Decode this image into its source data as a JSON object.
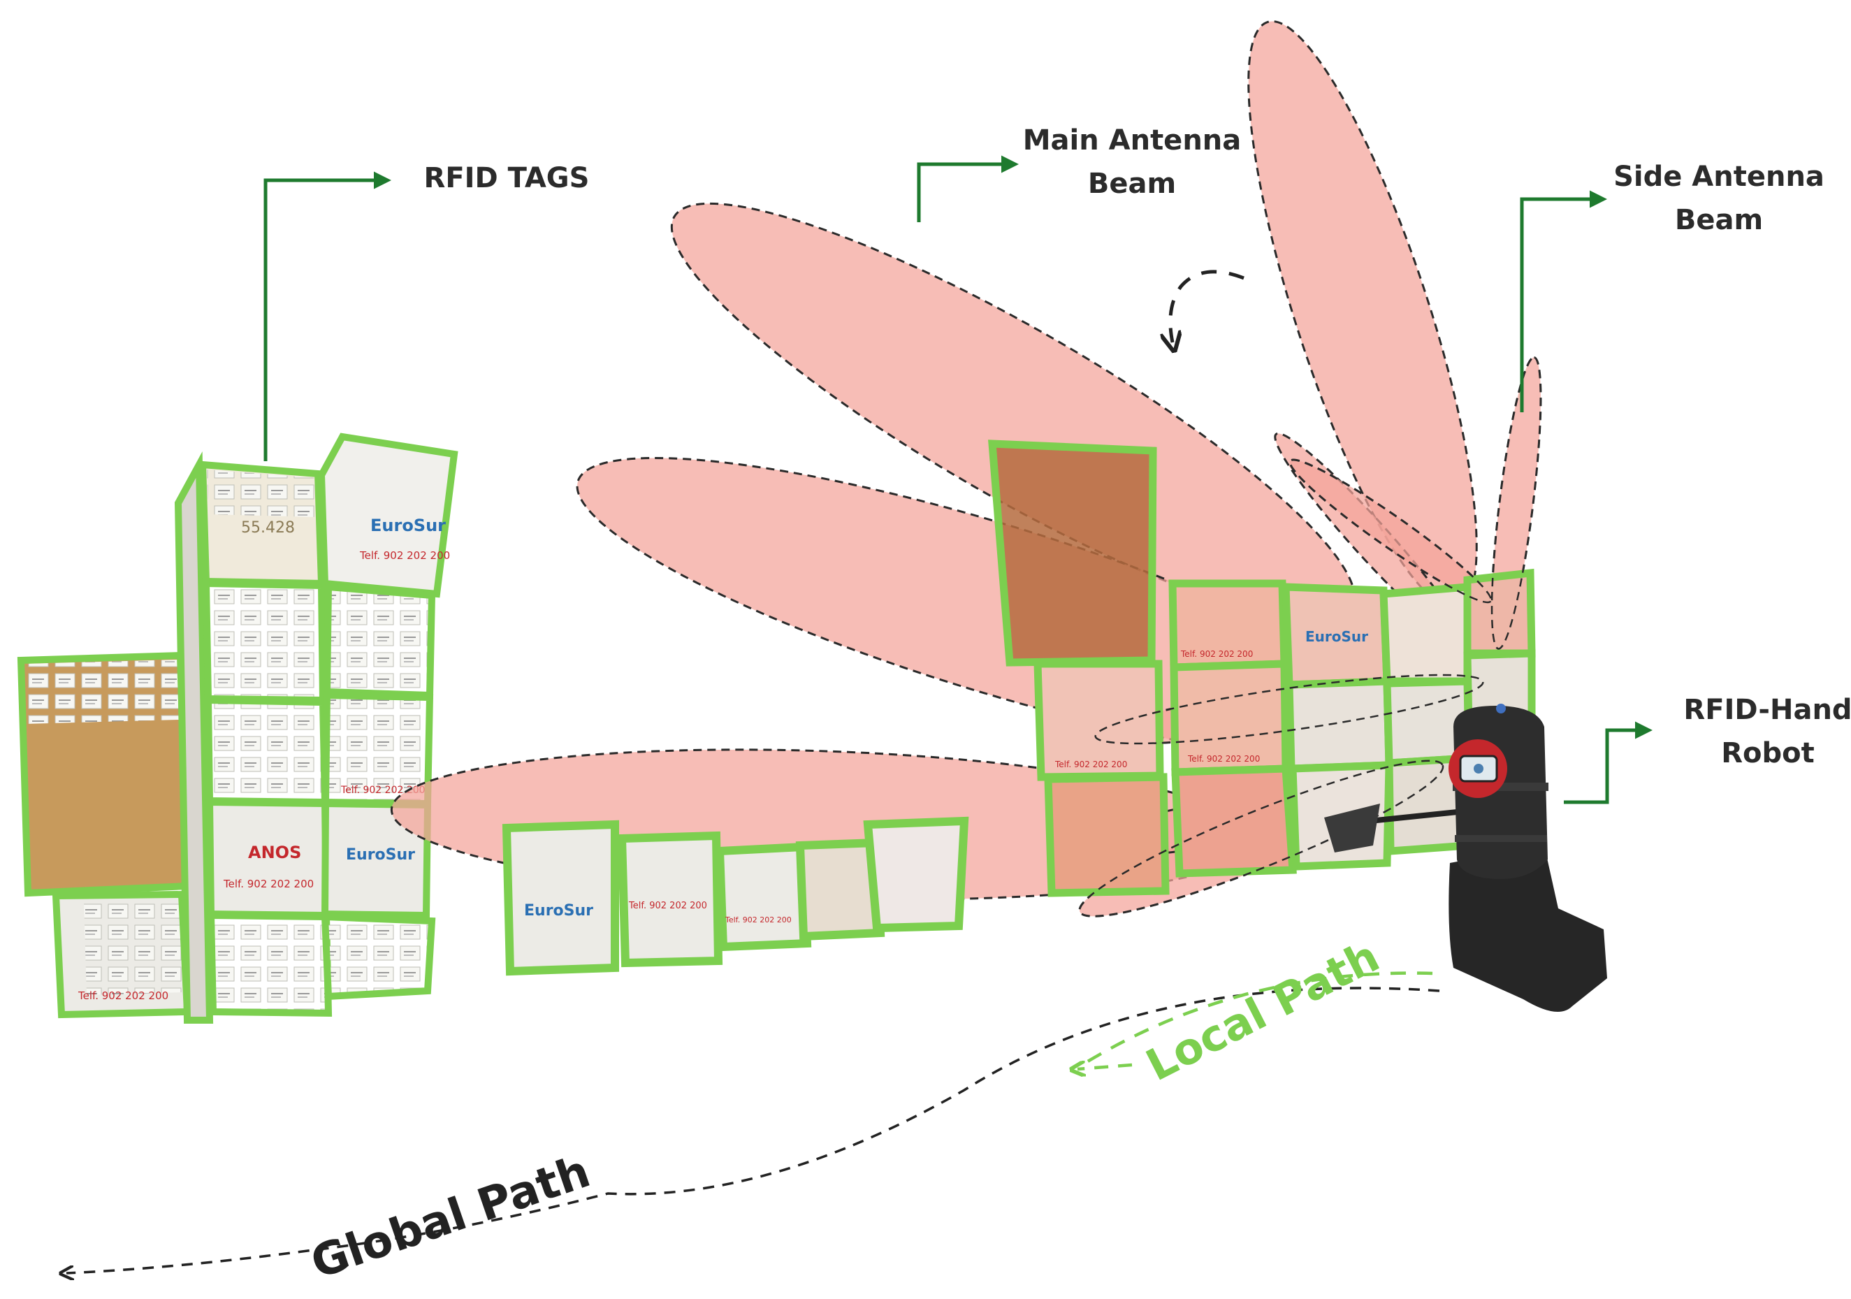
{
  "labels": {
    "rfid_tags": "RFID TAGS",
    "main_antenna_line1": "Main Antenna",
    "main_antenna_line2": "Beam",
    "side_antenna_line1": "Side Antenna",
    "side_antenna_line2": "Beam",
    "robot_line1": "RFID-Hand",
    "robot_line2": "Robot",
    "local_path": "Local Path",
    "global_path": "Global Path"
  },
  "box_labels": {
    "price": "55.428",
    "brand_a": "EuroSur",
    "brand_b": "ANOS",
    "phone": "Telf. 902 202 200"
  },
  "colors": {
    "tag_outline": "#7ccf4f",
    "beam_fill": "#f4a39a",
    "callout_arrow": "#1e7a2e",
    "local_path": "#7ccf4f",
    "global_path": "#222222",
    "text": "#2b2b2b",
    "box_cardboard": "#c79a5c",
    "box_white": "#ecebe6",
    "robot_body": "#2a2a2a",
    "robot_accent": "#c4272c"
  },
  "icons": [
    "callout-arrow-icon",
    "rotation-arrow-icon",
    "robot-icon"
  ]
}
